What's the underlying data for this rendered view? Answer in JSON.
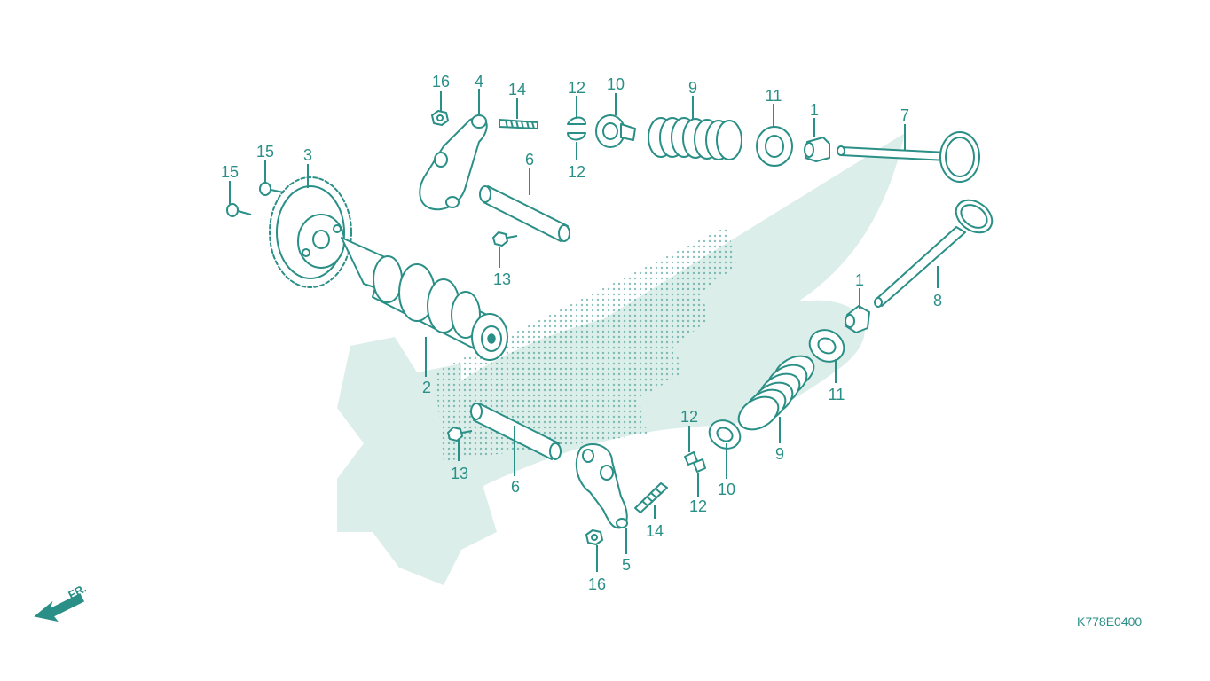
{
  "diagram": {
    "drawing_code": "K778E0400",
    "front_marker": "FR.",
    "colors": {
      "line": "#2a8f86",
      "watermark": "#dceee9",
      "background": "#ffffff"
    },
    "watermark_icon": "honda-wing-gear-logo",
    "callouts": [
      {
        "id": "c16a",
        "number": "16"
      },
      {
        "id": "c4",
        "number": "4"
      },
      {
        "id": "c14a",
        "number": "14"
      },
      {
        "id": "c12a",
        "number": "12"
      },
      {
        "id": "c12b",
        "number": "12"
      },
      {
        "id": "c10a",
        "number": "10"
      },
      {
        "id": "c9a",
        "number": "9"
      },
      {
        "id": "c11a",
        "number": "11"
      },
      {
        "id": "c1a",
        "number": "1"
      },
      {
        "id": "c7",
        "number": "7"
      },
      {
        "id": "c15a",
        "number": "15"
      },
      {
        "id": "c15b",
        "number": "15"
      },
      {
        "id": "c3",
        "number": "3"
      },
      {
        "id": "c6a",
        "number": "6"
      },
      {
        "id": "c13a",
        "number": "13"
      },
      {
        "id": "c1b",
        "number": "1"
      },
      {
        "id": "c8",
        "number": "8"
      },
      {
        "id": "c2",
        "number": "2"
      },
      {
        "id": "c11b",
        "number": "11"
      },
      {
        "id": "c12c",
        "number": "12"
      },
      {
        "id": "c9b",
        "number": "9"
      },
      {
        "id": "c13b",
        "number": "13"
      },
      {
        "id": "c6b",
        "number": "6"
      },
      {
        "id": "c10b",
        "number": "10"
      },
      {
        "id": "c12d",
        "number": "12"
      },
      {
        "id": "c14b",
        "number": "14"
      },
      {
        "id": "c5",
        "number": "5"
      },
      {
        "id": "c16b",
        "number": "16"
      }
    ]
  }
}
